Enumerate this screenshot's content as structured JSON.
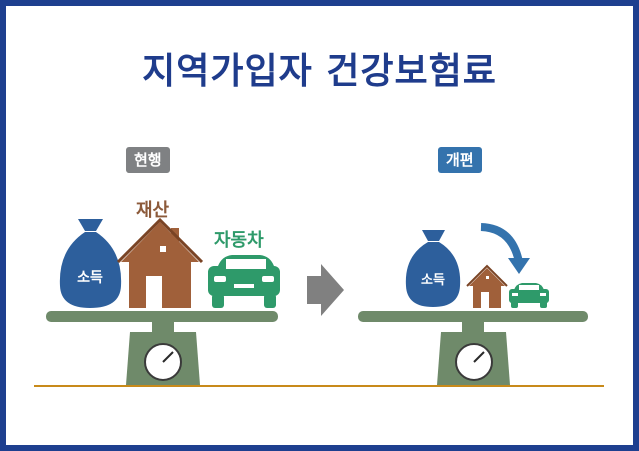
{
  "title": "지역가입자 건강보험료",
  "badges": {
    "current": "현행",
    "reform": "개편"
  },
  "left": {
    "bag": "소득",
    "house": "재산",
    "car": "자동차"
  },
  "right": {
    "bag": "소득"
  },
  "colors": {
    "border": "#1e3f8f",
    "title": "#1f3c8c",
    "current_badge": "#7f8183",
    "reform_badge": "#3473ad",
    "bag": "#2d5f9c",
    "house": "#a0603a",
    "car": "#2e9a6a",
    "scale": "#6f8a6a",
    "arrow": "#808080",
    "baseline": "#c88a1a"
  },
  "icons": [
    "money-bag-icon",
    "house-icon",
    "car-icon",
    "scale-icon",
    "right-arrow-icon",
    "curved-arrow-icon"
  ]
}
